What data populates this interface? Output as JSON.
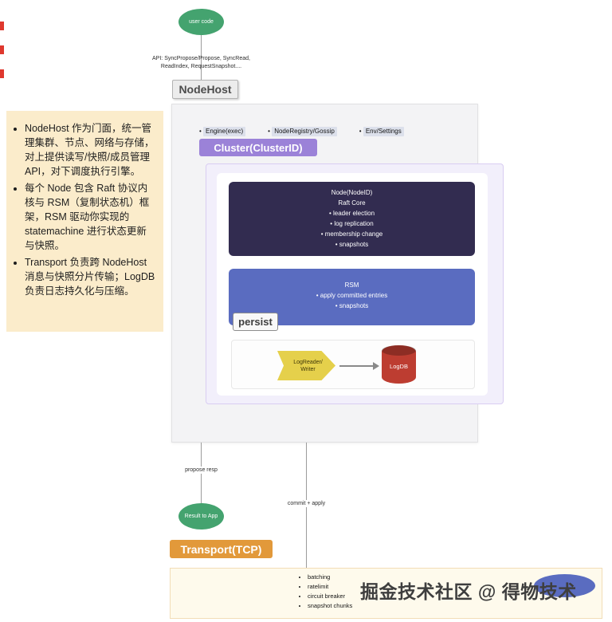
{
  "flow": {
    "user_code": "user code",
    "api_line1": "API: SyncPropose/Propose, SyncRead,",
    "api_line2": "ReadIndex, RequestSnapshot....",
    "nodehost": "NodeHost",
    "propose_resp": "propose resp",
    "result_to_app": "Result to App",
    "commit_apply": "commit + apply",
    "transport": "Transport(TCP)"
  },
  "note": {
    "items": [
      "NodeHost 作为门面，统一管理集群、节点、网络与存储，对上提供读写/快照/成员管理 API，对下调度执行引擎。",
      "每个 Node 包含 Raft 协议内核与 RSM（复制状态机）框架，RSM 驱动你实现的 statemachine 进行状态更新与快照。",
      "Transport 负责跨 NodeHost 消息与快照分片传输；LogDB 负责日志持久化与压缩。"
    ]
  },
  "nodehost_panel": {
    "features": [
      "Engine(exec)",
      "NodeRegistry/Gossip",
      "Env/Settings"
    ],
    "cluster_label": "Cluster(ClusterID)",
    "node": {
      "title": "Node(NodeID)",
      "subtitle": "Raft Core",
      "bullets": [
        "leader election",
        "log replication",
        "membership change",
        "snapshots"
      ]
    },
    "rsm": {
      "title": "RSM",
      "bullets": [
        "apply committed entries",
        "snapshots"
      ]
    },
    "persist": "persist",
    "log": {
      "reader_line1": "LogReader/",
      "reader_line2": "Writer",
      "db": "LogDB"
    }
  },
  "transport_panel": {
    "items": [
      "batching",
      "ratelimit",
      "circuit breaker",
      "snapshot chunks"
    ]
  },
  "watermark": "掘金技术社区 @ 得物技术",
  "colors": {
    "green": "#44a36f",
    "purple": "#9b82d8",
    "navy": "#322c50",
    "indigo": "#5a6cc0",
    "orange": "#e2993a",
    "yellow": "#e5d04b",
    "red": "#bd3d31",
    "note_bg": "#fbeccb"
  }
}
